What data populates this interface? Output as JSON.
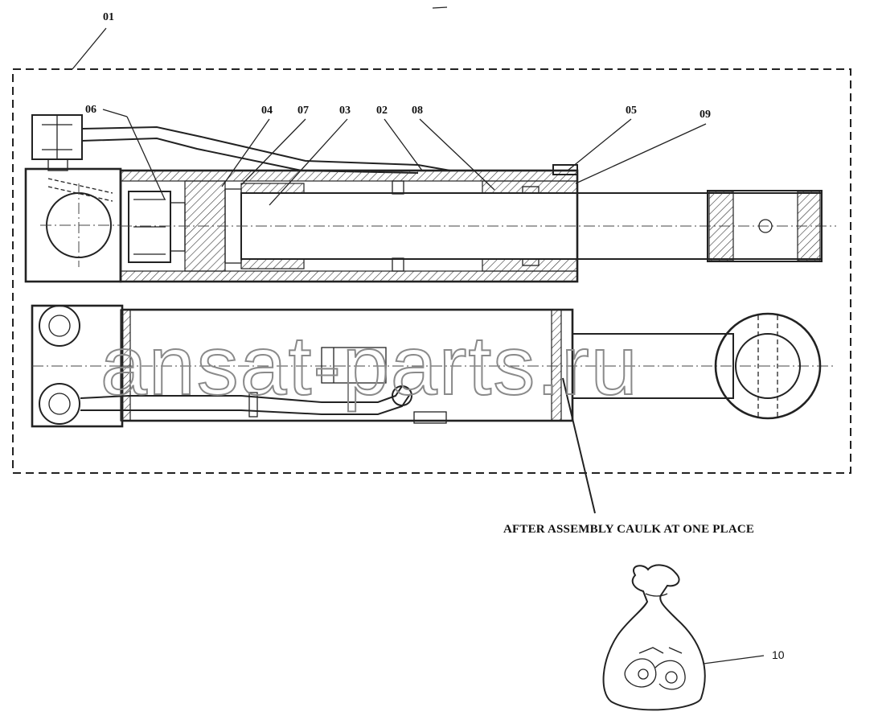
{
  "callouts": {
    "assembly": "01",
    "c06": "06",
    "c04": "04",
    "c07": "07",
    "c03": "03",
    "c02": "02",
    "c08": "08",
    "c05": "05",
    "c09": "09",
    "c10": "10"
  },
  "note": "AFTER ASSEMBLY CAULK AT ONE PLACE",
  "watermark": "ansat-parts.ru"
}
